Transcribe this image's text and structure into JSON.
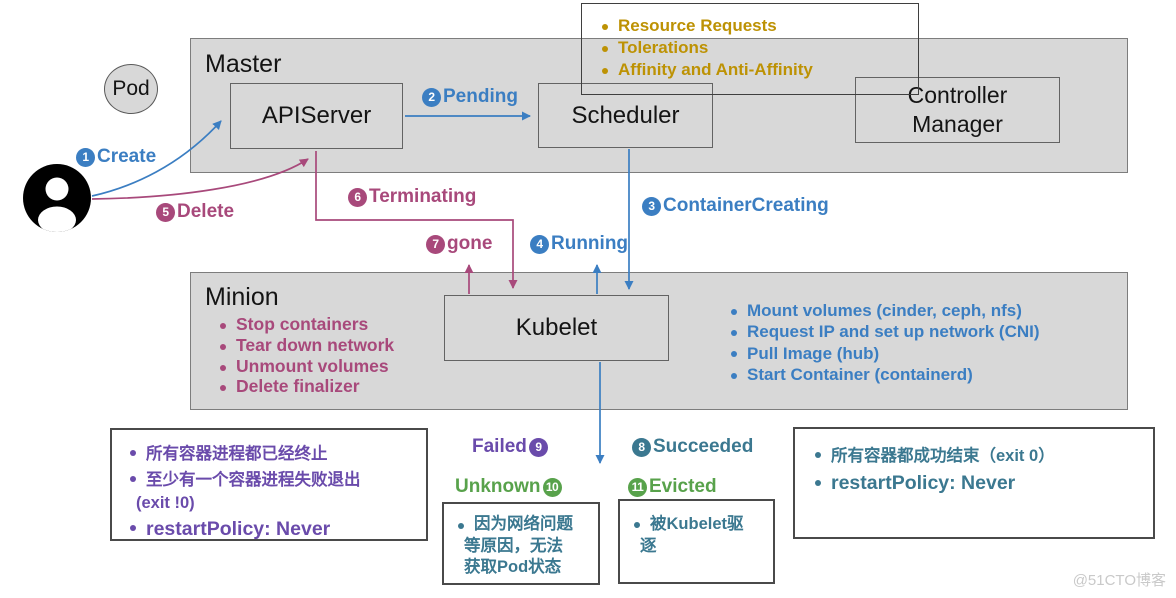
{
  "colors": {
    "blue": "#3b7ec2",
    "magenta": "#a8497b",
    "purple": "#6a4bab",
    "teal": "#3b7890",
    "green": "#58a24b",
    "gold": "#bd9204",
    "panel_gray": "#d8d8d8"
  },
  "panels": {
    "master": "Master",
    "minion": "Minion"
  },
  "nodes": {
    "pod": "Pod",
    "apiserver": "APIServer",
    "scheduler": "Scheduler",
    "controller_manager": "Controller Manager",
    "kubelet": "Kubelet"
  },
  "scheduler_notes": [
    "Resource Requests",
    "Tolerations",
    "Affinity and Anti-Affinity"
  ],
  "minion_notes": [
    "Stop containers",
    "Tear down network",
    "Unmount volumes",
    "Delete finalizer"
  ],
  "kubelet_notes": [
    "Mount volumes (cinder, ceph, nfs)",
    "Request IP and set up network (CNI)",
    "Pull Image (hub)",
    "Start Container (containerd)"
  ],
  "flow": {
    "create": {
      "badge": "1",
      "label": "Create"
    },
    "pending": {
      "badge": "2",
      "label": "Pending"
    },
    "container_creating": {
      "badge": "3",
      "label": "ContainerCreating"
    },
    "running": {
      "badge": "4",
      "label": "Running"
    },
    "delete": {
      "badge": "5",
      "label": "Delete"
    },
    "terminating": {
      "badge": "6",
      "label": "Terminating"
    },
    "gone": {
      "badge": "7",
      "label": "gone"
    },
    "succeeded": {
      "badge": "8",
      "label": "Succeeded"
    },
    "failed": {
      "badge": "9",
      "label": "Failed"
    },
    "unknown": {
      "badge": "10",
      "label": "Unknown"
    },
    "evicted": {
      "badge": "11",
      "label": "Evicted"
    }
  },
  "failed_note": {
    "line1": "所有容器进程都已经终止",
    "line2": "至少有一个容器进程失败退出",
    "line2_cont": "(exit !0)",
    "line3": "restartPolicy: Never"
  },
  "unknown_note": {
    "line1": "因为网络问题",
    "line2": "等原因，无法",
    "line3": "获取Pod状态"
  },
  "evicted_note": {
    "line1": "被Kubelet驱",
    "line2": "逐"
  },
  "succeeded_note": {
    "line1": "所有容器都成功结束（exit 0）",
    "line2": "restartPolicy: Never"
  },
  "watermark": "@51CTO博客"
}
